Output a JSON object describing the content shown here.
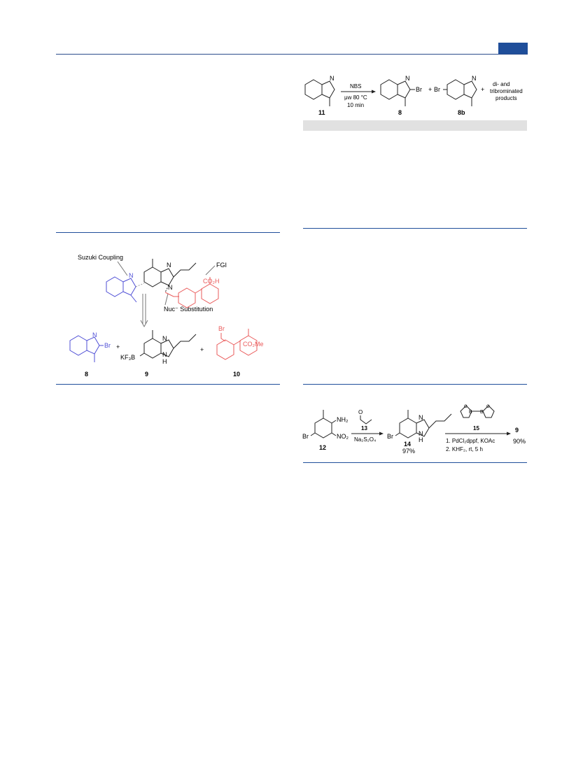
{
  "scheme_top": {
    "reagent_above": "NBS",
    "condition_1": "μw 80 °C",
    "condition_2": "10 min",
    "plus_1": "+",
    "plus_2": "+",
    "br_8": "Br",
    "br_8b": "Br",
    "n_label": "N",
    "side_products_1": "di- and",
    "side_products_2": "tribrominated",
    "side_products_3": "products",
    "label_11": "11",
    "label_8": "8",
    "label_8b": "8b"
  },
  "figure_retro": {
    "annot_suzuki": "Suzuki Coupling",
    "annot_fgi": "FGI",
    "annot_nuc": "Nuc⁻ Substitution",
    "group_acid": "CO₂H",
    "n_label": "N",
    "br_8": "Br",
    "plus_1": "+",
    "plus_2": "+",
    "kf3b": "KF₃B",
    "nh": "H",
    "br_10": "Br",
    "group_ester": "CO₂Me",
    "label_8": "8",
    "label_9": "9",
    "label_10": "10"
  },
  "scheme_bottom": {
    "br_12": "Br",
    "nh2": "NH₂",
    "no2": "NO₂",
    "o_13": "O",
    "label_13": "13",
    "reagent_below": "Na₂S₂O₄",
    "br_14": "Br",
    "n_label": "N",
    "nh": "H",
    "label_12": "12",
    "label_14": "14",
    "yield_14": "97%",
    "label_15": "15",
    "boron": "B",
    "oxygen": "O",
    "step_1": "1. PdCl₂dppf, KOAc",
    "step_2": "2. KHF₂, rt, 5 h",
    "label_9": "9",
    "yield_9": "90%"
  },
  "colors": {
    "header_blue": "#1f4e9a",
    "fragment_blue": "#4f4fd6",
    "fragment_red": "#ea5b5b",
    "table_band": "#e1e1e1"
  }
}
